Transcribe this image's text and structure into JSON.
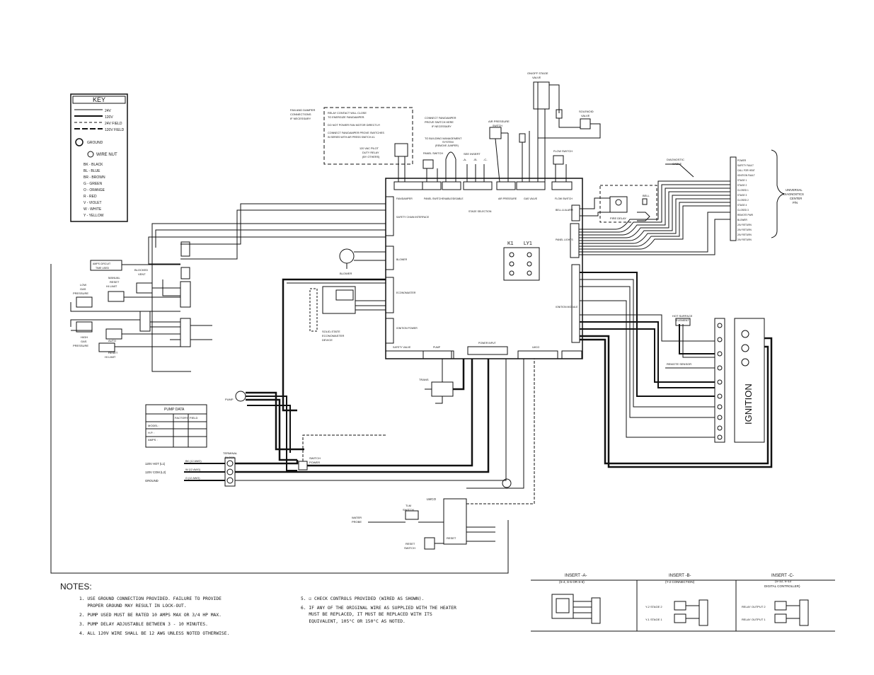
{
  "key": {
    "title": "KEY",
    "lines": [
      "24V",
      "120V",
      "24V FIELD",
      "120V FIELD"
    ],
    "ground": "GROUND",
    "wire_nut": "WIRE NUT",
    "colors": [
      "BK - BLACK",
      "BL - BLUE",
      "BR - BROWN",
      "G - GREEN",
      "O - ORANGE",
      "R - RED",
      "V - VIOLET",
      "W - WHITE",
      "Y - YELLOW"
    ]
  },
  "notes": {
    "title": "NOTES:",
    "left": [
      "1. USE GROUND CONNECTION PROVIDED. FAILURE TO PROVIDE",
      "   PROPER GROUND MAY RESULT IN LOCK-OUT.",
      "2. PUMP USED MUST BE RATED 10 AMPS MAX OR 3/4 HP MAX.",
      "3. PUMP DELAY ADJUSTABLE BETWEEN 3 - 10 MINUTES.",
      "4. ALL 120V WIRE SHALL BE 12 AWG UNLESS NOTED OTHERWISE."
    ],
    "right": [
      "5. ☑ CHECK CONTROLS PROVIDED (WIRED AS SHOWN).",
      "6. IF ANY OF THE ORIGINAL WIRE AS SUPPLIED WITH THE HEATER",
      "   MUST BE REPLACED, IT MUST BE REPLACED WITH ITS",
      "   EQUIVALENT, 105°C OR 150°C AS NOTED."
    ]
  },
  "inserts": {
    "a": {
      "title": "INSERT -A-",
      "sub": "(S-4, S-5 OR S-6)"
    },
    "b": {
      "title": "INSERT -B-",
      "sub": "(Y-2 CONNECTION)",
      "rows": [
        "Y-2 STAGE 2",
        "Y-1 STAGE 1"
      ]
    },
    "c": {
      "title": "INSERT -C-",
      "sub": "(S-12, S-13",
      "sub2": "DIGITAL CONTROLLER)",
      "rows": [
        "RELAY OUTPUT 2",
        "RELAY OUTPUT 1"
      ]
    }
  },
  "pump_data": {
    "title": "PUMP DATA",
    "cols": [
      "FACTORY",
      "FIELD"
    ],
    "rows": [
      "MODEL :",
      "H.P. :",
      "AMPS :"
    ]
  },
  "board": {
    "k1": "K1",
    "ly1": "LY1",
    "top_connectors": [
      "FAN/DAMPER",
      "PANEL SWITCH",
      "ENABLE/DISABLE",
      "STAGE SELECTION",
      "AIR PRESSURE",
      "GAS VALVE",
      "FLOW SWITCH"
    ],
    "left_connectors": [
      "SAFETY CHAIN INTERFACE",
      "BLOWER",
      "ECONOMASTER",
      "IGNITION POWER"
    ],
    "bottom_connectors": [
      "SAFETY VALVE",
      "PUMP",
      "POWER INPUT",
      "LWCO"
    ],
    "right_connectors": [
      "BELL & ALARM",
      "PANEL LIGHTS",
      "IGNITION MODULE"
    ]
  },
  "labels": {
    "fan_damper": [
      "FAN AND DAMPER",
      "CONNECTIONS",
      "IF NECESSARY"
    ],
    "relay_note": [
      "RELAY CONTACT WILL CLOSE",
      "TO ENERGIZE FAN/DAMPER.",
      "DO NOT POWER FAN MOTOR DIRECTLY!",
      "CONNECT FAN/DAMPER PROVE SWITCHES",
      "IN SERIES WITH AIR PRESS SWITCH #1."
    ],
    "pilot_relay": [
      "120 VAC PILOT",
      "DUTY RELAY",
      "(BY OTHERS)"
    ],
    "bms": [
      "TO BUILDING MANAGEMENT",
      "SYSTEM",
      "(REMOVE JUMPER)"
    ],
    "prove_switch": [
      "CONNECT FAN/DAMPER",
      "PROVE SWITCH HERE",
      "IF NECESSARY"
    ],
    "air_pressure": [
      "AIR PRESSURE",
      "SWITCH"
    ],
    "onoff_valve": [
      "ON/OFF STAGE",
      "VALVE"
    ],
    "solenoid": [
      "SOLENOID",
      "VALVE"
    ],
    "flow_switch": "FLOW SWITCH",
    "panel_switch": "PANEL SWITCH",
    "see_insert": "SEE INSERT",
    "insert_letters": [
      "-A-",
      "-B-",
      "-C-"
    ],
    "diagnostic_cable": [
      "DIAGNOSTIC",
      "CABLE"
    ],
    "udc": [
      "UNIVERSAL",
      "DIAGNOSTICS",
      "CENTER",
      "P/N"
    ],
    "udc_terms": [
      "POWER",
      "SAFETY FAULT",
      "CALL FOR HEAT",
      "IGNITION FAULT",
      "STAGE 1",
      "STAGE 2",
      "CLOSED 1",
      "STAGE 3",
      "CLOSED 2",
      "STAGE 4",
      "CLOSED 3",
      "REMOTE PWR",
      "BLOWER",
      "24V RETURN",
      "24V RETURN",
      "24V RETURN",
      "24V RETURN"
    ],
    "fire_delay": "FIRE DELAY",
    "bell": "BELL",
    "blocked_vent": [
      "BLOCKED",
      "VENT"
    ],
    "manual_reset": [
      "MANUAL",
      "RESET",
      "HI LIMIT"
    ],
    "low_gas": [
      "LOW",
      "GAS",
      "PRESSURE"
    ],
    "high_gas": [
      "HIGH",
      "GAS",
      "PRESSURE"
    ],
    "auto_reset": [
      "AUTO",
      "RESET",
      "HI LIMIT"
    ],
    "amps_circuit": [
      "AMPS CIRCUIT",
      "TIME USED"
    ],
    "blower": "BLOWER",
    "economaster": [
      "SOLID-STATE",
      "ECONOMASTER",
      "DEVICE"
    ],
    "hot_surface": [
      "HOT SURFACE",
      "ELEMENT"
    ],
    "remote_sensor": "REMOTE SENSOR",
    "ignition": "IGNITION",
    "trans": "TRANS",
    "pump": "PUMP",
    "terminal_block": [
      "TERMINAL",
      "BLOCK"
    ],
    "power_lines": [
      "120V HOT (L1)",
      "120V COM (L2)",
      "GROUND"
    ],
    "awg": [
      "BK (12 AWG)",
      "W (12 AWG)",
      "G (12 AWG)"
    ],
    "switch_power": [
      "SWITCH",
      "POWER"
    ],
    "lwco": "LWCO",
    "water_probe": [
      "WATER",
      "PROBE"
    ],
    "tlm_switch": [
      "TLM",
      "SWITCH"
    ],
    "reset_switch": [
      "RESET",
      "SWITCH"
    ],
    "reset": "RESET"
  }
}
